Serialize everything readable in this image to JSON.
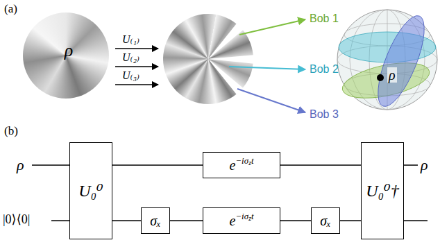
{
  "diagram": {
    "nodes": [
      {
        "text": [
          "ρ"
        ]
      },
      {
        "text": [
          "U₀⁰"
        ]
      },
      {
        "text": [
          "e−iσzt"
        ]
      },
      {
        "text": [
          "σₓ"
        ]
      },
      {
        "text": [
          "e−iσzt"
        ]
      },
      {
        "text": [
          "σₓ"
        ]
      },
      {
        "text": [
          "U₀⁰†"
        ]
      }
    ],
    "edges": [
      {
        "from": 1,
        "to": 2,
        "arrow": "none"
      },
      {
        "from": 2,
        "to": 6,
        "arrow": "none"
      },
      {
        "from": 1,
        "to": 3,
        "arrow": "none"
      },
      {
        "from": 3,
        "to": 4,
        "arrow": "none"
      },
      {
        "from": 4,
        "to": 5,
        "arrow": "none"
      },
      {
        "from": 5,
        "to": 6,
        "arrow": "none"
      }
    ],
    "labels": [
      "(a)",
      "U₍₁₎",
      "U₍₂₎",
      "U₍₃₎",
      "Bob 1",
      "Bob 2",
      "Bob 3",
      "ρ",
      "(b)",
      "ρ",
      "|0⟩⟨0|",
      "ρ"
    ]
  }
}
